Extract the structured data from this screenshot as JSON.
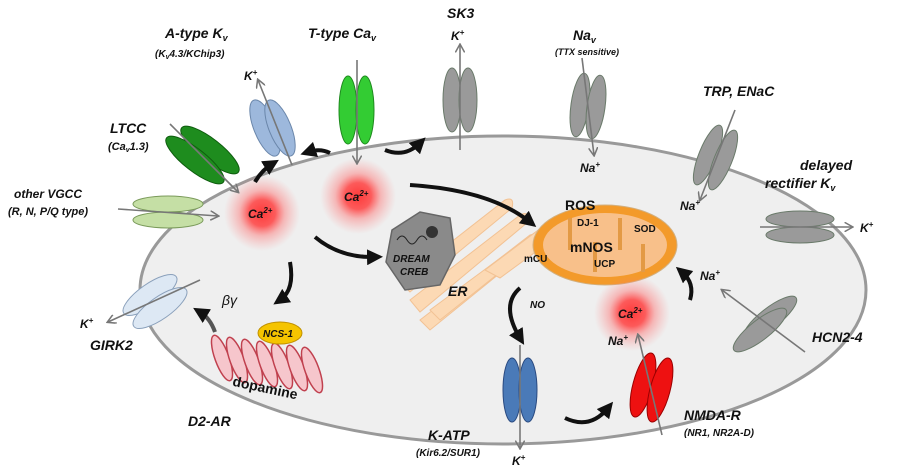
{
  "labels": {
    "a_type_kv": "A-type K",
    "a_type_kv_sub": "v",
    "a_type_kv_detail": "(K",
    "a_type_kv_detail_sub": "v",
    "a_type_kv_detail_rest": "4.3/KChip3)",
    "t_type_cav": "T-type Ca",
    "t_type_cav_sub": "v",
    "sk3": "SK3",
    "nav": "Na",
    "nav_sub": "v",
    "nav_detail": "(TTX sensitive)",
    "trp_enac": "TRP, ENaC",
    "delayed_rectifier_1": "delayed",
    "delayed_rectifier_2": "rectifier K",
    "delayed_rectifier_sub": "v",
    "ltcc": "LTCC",
    "ltcc_detail": "(Ca",
    "ltcc_detail_sub": "v",
    "ltcc_detail_rest": "1.3)",
    "other_vgcc": "other VGCC",
    "other_vgcc_detail": "(R, N, P/Q type)",
    "girk2": "GIRK2",
    "beta_gamma": "βγ",
    "ncs1": "NCS-1",
    "dopamine": "dopamine",
    "d2ar": "D2-AR",
    "k_atp": "K-ATP",
    "k_atp_detail": "(Kir6.2/SUR1)",
    "nmda_r": "NMDA-R",
    "nmda_r_detail": "(NR1, NR2A-D)",
    "hcn": "HCN2-4",
    "dream": "DREAM",
    "creb": "CREB",
    "er": "ER",
    "ros": "ROS",
    "dj1": "DJ-1",
    "mnos": "mNOS",
    "sod": "SOD",
    "mcu": "mCU",
    "ucp": "UCP",
    "no": "NO",
    "k_ion": "K",
    "na_ion": "Na",
    "ca_ion": "Ca",
    "plus": "+",
    "ca_charge": "2+"
  },
  "colors": {
    "cell": "#efefef",
    "ltcc": "#1e8c1e",
    "t_type": "#33cc33",
    "other_vgcc": "#c5dfa5",
    "a_type": "#9db8dc",
    "gray_channel": "#9a9a9a",
    "k_atp": "#4a7ab8",
    "nmda": "#ee1111",
    "girk": "#dde8f4",
    "mito": "#f39a2a",
    "mito_inner": "#f8c08a",
    "er": "#fcd9b4",
    "ncs1": "#f5c400",
    "d2": "#e06070"
  }
}
